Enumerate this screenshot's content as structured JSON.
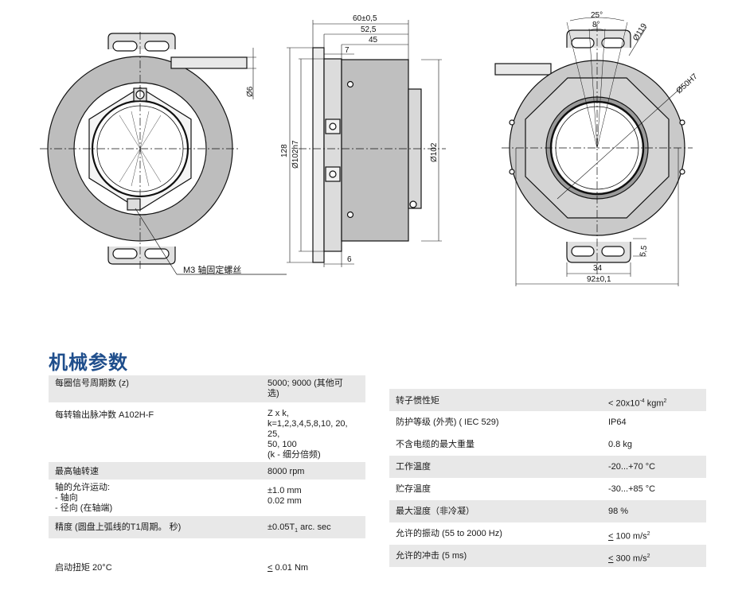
{
  "drawing": {
    "front": {
      "d6": "Ø6",
      "callout": "M3 轴固定螺丝"
    },
    "side": {
      "w60": "60±0,5",
      "w52": "52,5",
      "w45": "45",
      "w7": "7",
      "w6": "6",
      "h128": "128",
      "d102h7": "Ø102h7",
      "d102": "Ø102"
    },
    "back": {
      "a25": "25°",
      "a8": "8°",
      "d119": "Ø119",
      "d50": "Ø50H7",
      "w34": "34",
      "w92": "92±0,1",
      "w5": "5,5"
    }
  },
  "section_title": "机械参数",
  "left_rows": [
    {
      "label": "每圈信号周期数 (z)",
      "value": "5000; 9000 (其他可\n选)"
    },
    {
      "label": "每转输出脉冲数 A102H-F",
      "value": "Z x k,\nk=1,2,3,4,5,8,10, 20, 25,\n50, 100\n(k - 细分倍频)"
    },
    {
      "label": "最高轴转速",
      "value": "8000 rpm"
    },
    {
      "label": "轴的允许运动:\n- 轴向\n- 径向 (在轴端)",
      "value": "±1.0 mm\n0.02 mm"
    },
    {
      "label": "精度 (圆盘上弧线的T1周期。 秒)",
      "value_a": "±0.05T",
      "value_sub": "1",
      "value_b": " arc. sec"
    },
    {
      "label": "启动扭矩 20°C",
      "value_prefix": "<",
      "value": " 0.01 Nm"
    }
  ],
  "right_rows": [
    {
      "label": "转子惯性矩",
      "value_a": "< 20x10",
      "value_sup": "-4",
      "value_b": " kgm",
      "value_sup2": "2"
    },
    {
      "label": "防护等级 (外壳) ( IEC 529)",
      "value": "IP64"
    },
    {
      "label": "不含电缆的最大重量",
      "value": "0.8 kg"
    },
    {
      "label": "工作温度",
      "value": "-20...+70 °C"
    },
    {
      "label": "贮存温度",
      "value": "-30...+85 °C"
    },
    {
      "label": "最大湿度（非冷凝）",
      "value": "98 %"
    },
    {
      "label": "允许的振动 (55 to 2000 Hz)",
      "value_prefix": "<",
      "value": " 100 m/s",
      "value_sup": "2"
    },
    {
      "label": "允许的冲击 (5 ms)",
      "value_prefix": "<",
      "value": " 300 m/s",
      "value_sup": "2"
    }
  ]
}
